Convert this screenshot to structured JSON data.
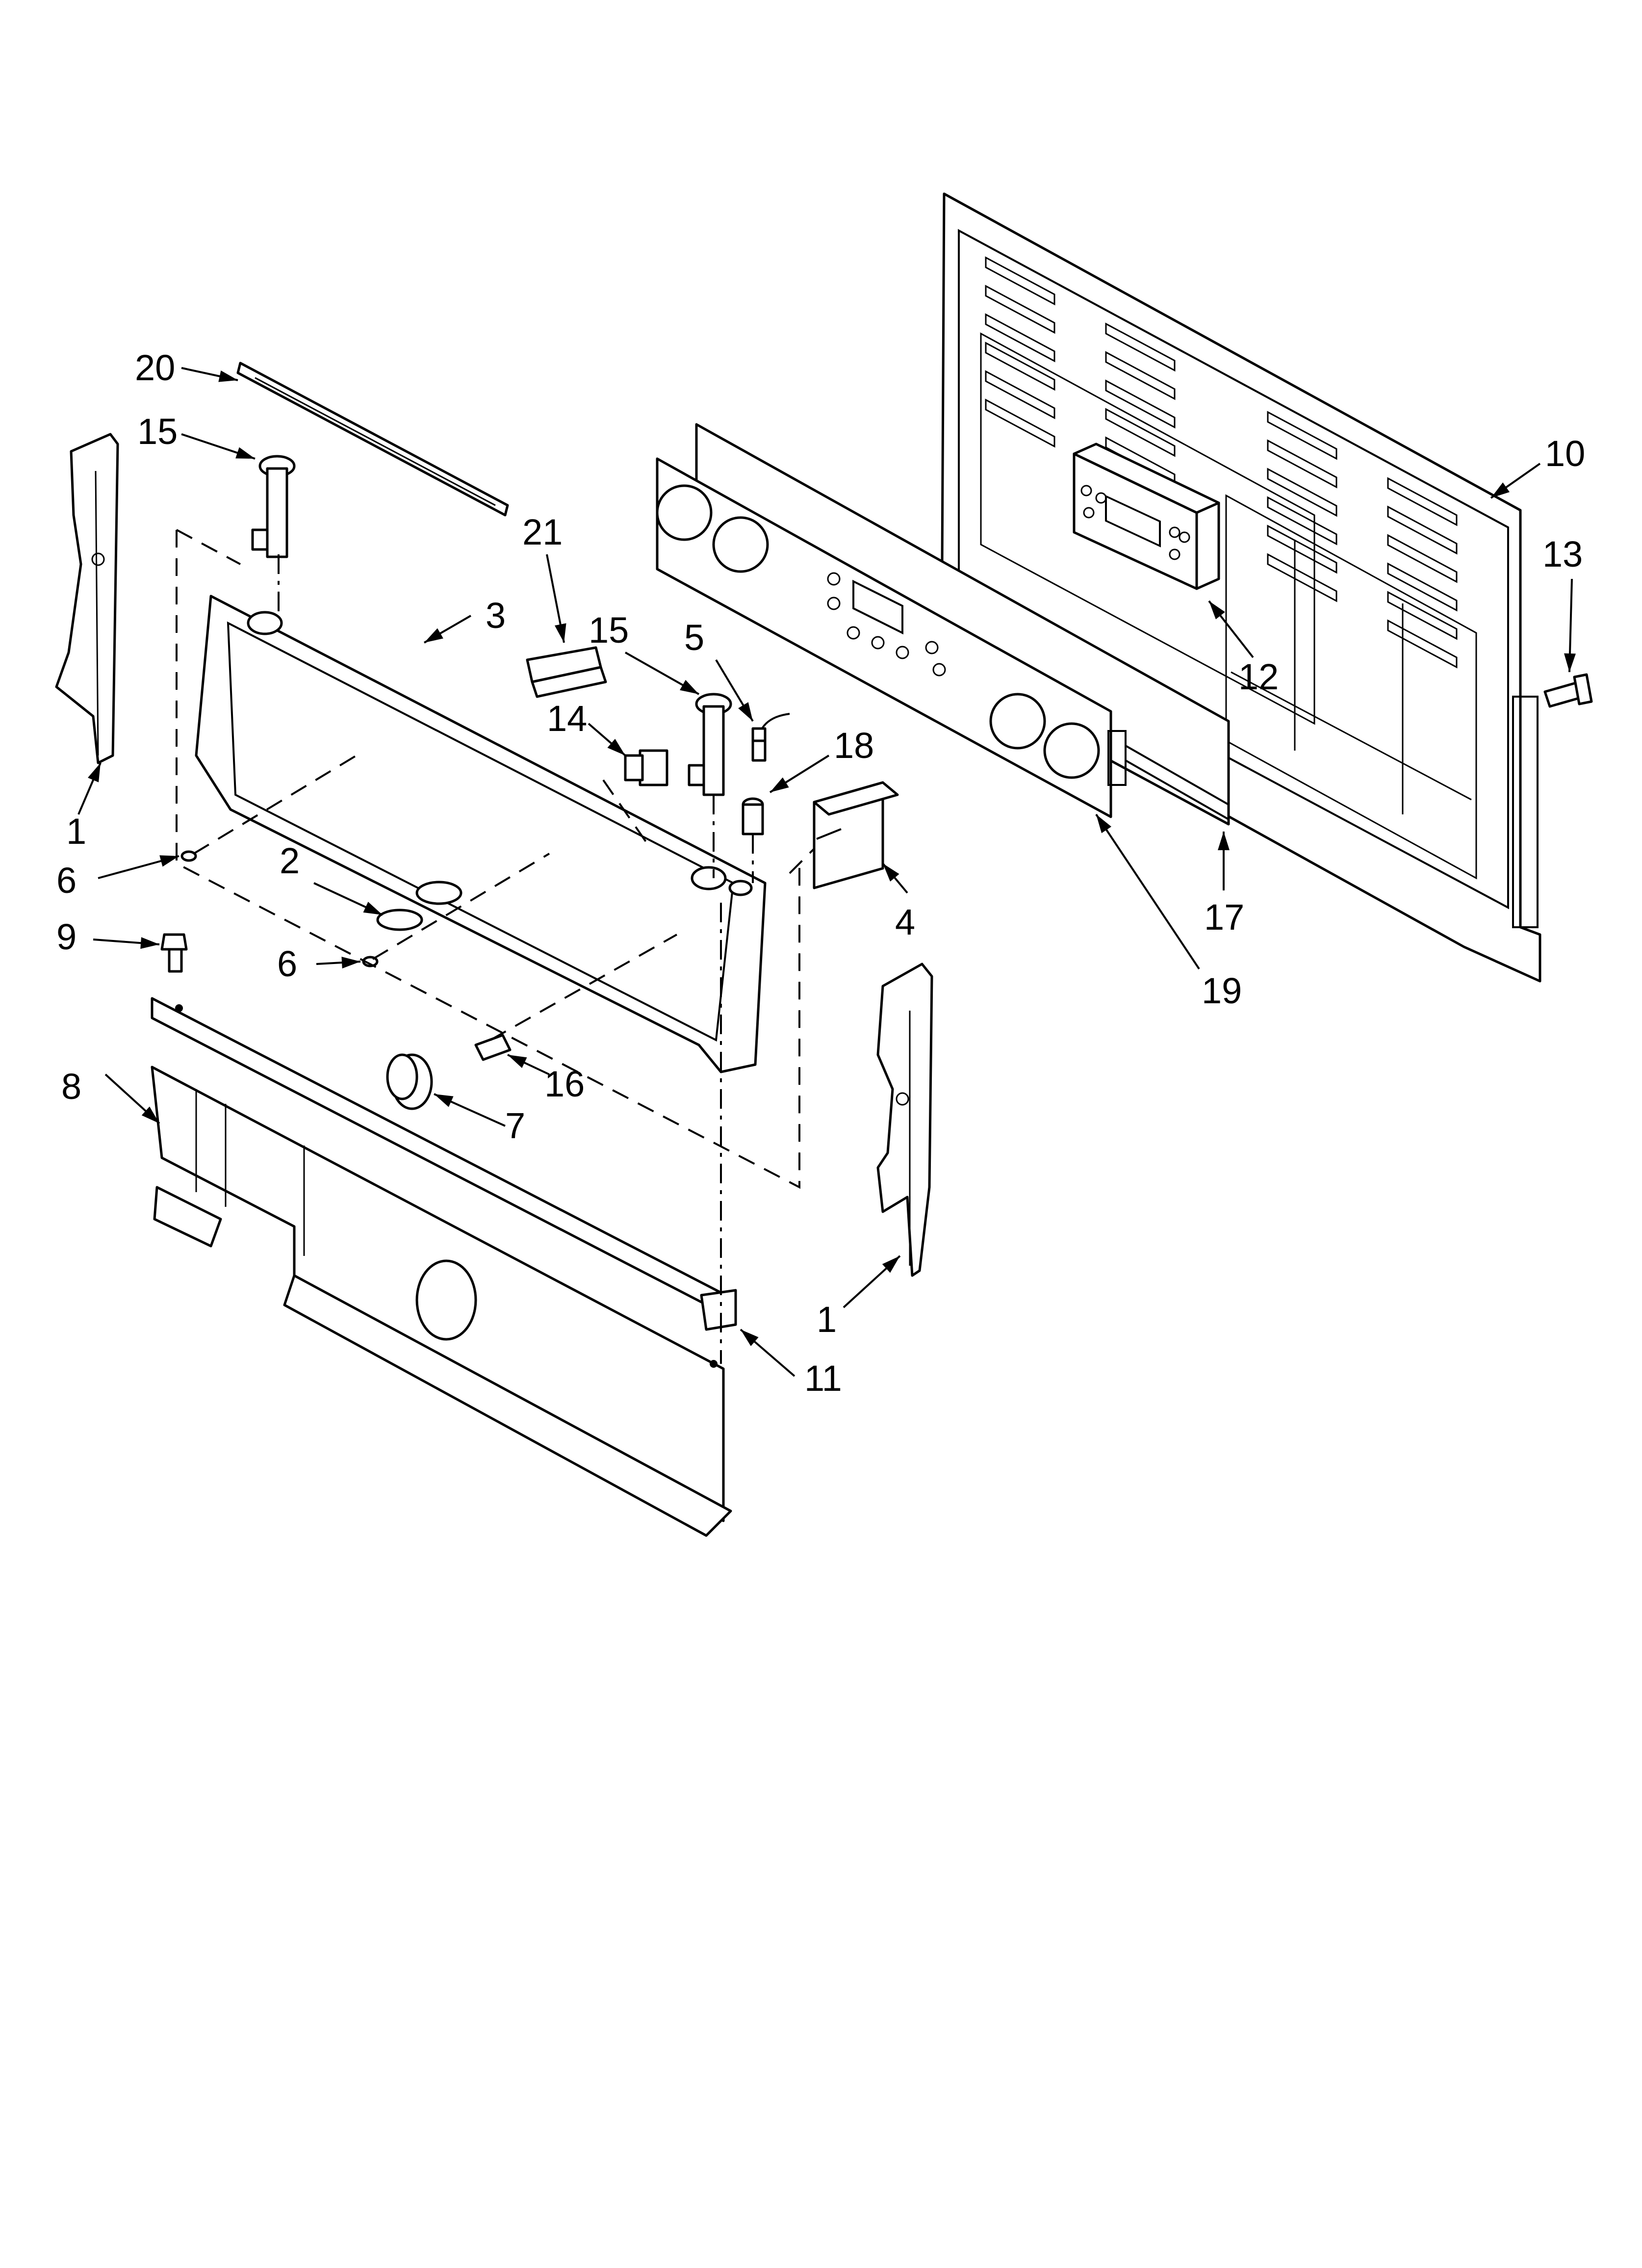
{
  "diagram": {
    "colors": {
      "line": "#000000",
      "background": "#ffffff"
    },
    "callouts": [
      {
        "id": "c20",
        "label": "20",
        "part_name": "part-20-trim-strip"
      },
      {
        "id": "c15a",
        "label": "15",
        "part_name": "part-15-switch-left"
      },
      {
        "id": "c1a",
        "label": "1",
        "part_name": "part-1-end-cap-left"
      },
      {
        "id": "c21",
        "label": "21",
        "part_name": "part-21-clip"
      },
      {
        "id": "c3",
        "label": "3",
        "part_name": "part-3-control-panel"
      },
      {
        "id": "c15b",
        "label": "15",
        "part_name": "part-15-switch-right"
      },
      {
        "id": "c5",
        "label": "5",
        "part_name": "part-5-wire-harness"
      },
      {
        "id": "c14",
        "label": "14",
        "part_name": "part-14-rocker-switch"
      },
      {
        "id": "c18",
        "label": "18",
        "part_name": "part-18-indicator-light"
      },
      {
        "id": "c6a",
        "label": "6",
        "part_name": "part-6-screw-upper"
      },
      {
        "id": "c2",
        "label": "2",
        "part_name": "part-2-lens"
      },
      {
        "id": "c6b",
        "label": "6",
        "part_name": "part-6-screw-lower"
      },
      {
        "id": "c9",
        "label": "9",
        "part_name": "part-9-screw"
      },
      {
        "id": "c4",
        "label": "4",
        "part_name": "part-4-switch-box"
      },
      {
        "id": "c8",
        "label": "8",
        "part_name": "part-8-manifold-panel"
      },
      {
        "id": "c16",
        "label": "16",
        "part_name": "part-16-screw"
      },
      {
        "id": "c7",
        "label": "7",
        "part_name": "part-7-knob"
      },
      {
        "id": "c1b",
        "label": "1",
        "part_name": "part-1-end-cap-right"
      },
      {
        "id": "c11",
        "label": "11",
        "part_name": "part-11-trim"
      },
      {
        "id": "c10",
        "label": "10",
        "part_name": "part-10-back-panel"
      },
      {
        "id": "c13",
        "label": "13",
        "part_name": "part-13-screw"
      },
      {
        "id": "c12",
        "label": "12",
        "part_name": "part-12-control-board"
      },
      {
        "id": "c17",
        "label": "17",
        "part_name": "part-17-bracket"
      },
      {
        "id": "c19",
        "label": "19",
        "part_name": "part-19-overlay"
      }
    ]
  }
}
